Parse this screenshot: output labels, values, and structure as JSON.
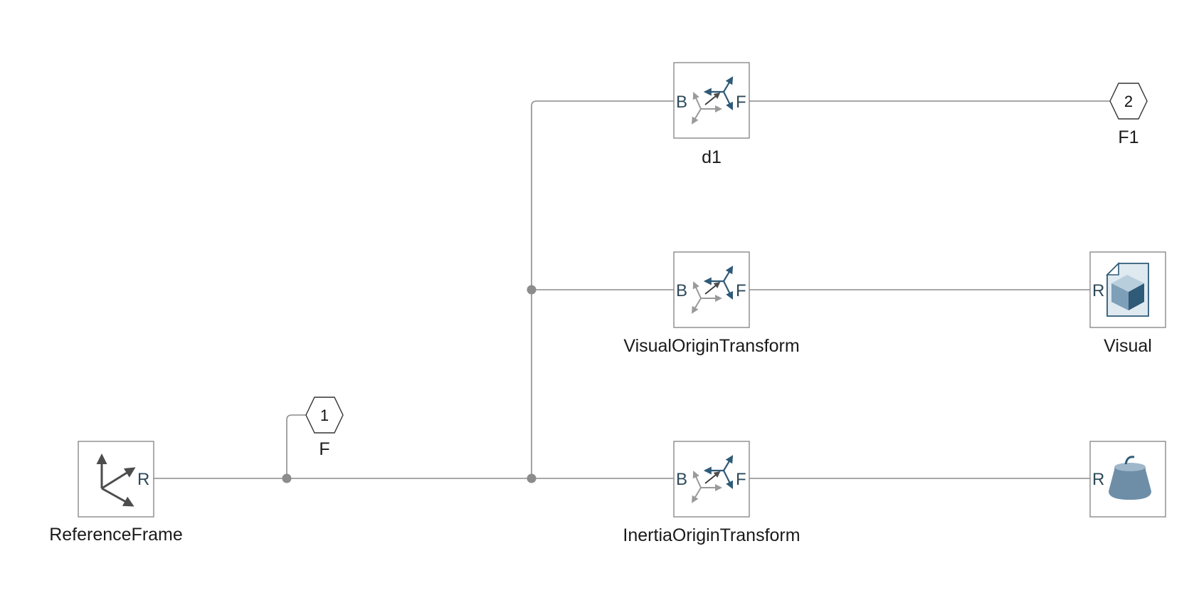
{
  "diagram": {
    "blocks": {
      "reference_frame": {
        "label": "ReferenceFrame",
        "port": "R"
      },
      "d1": {
        "label": "d1",
        "port_in": "B",
        "port_out": "F"
      },
      "visual_origin_transform": {
        "label": "VisualOriginTransform",
        "port_in": "B",
        "port_out": "F"
      },
      "inertia_origin_transform": {
        "label": "InertiaOriginTransform",
        "port_in": "B",
        "port_out": "F"
      },
      "visual": {
        "label": "Visual",
        "port": "R"
      },
      "inertia": {
        "port": "R"
      }
    },
    "ports": {
      "conn1": {
        "number": "1",
        "label": "F"
      },
      "conn2": {
        "number": "2",
        "label": "F1"
      }
    }
  }
}
